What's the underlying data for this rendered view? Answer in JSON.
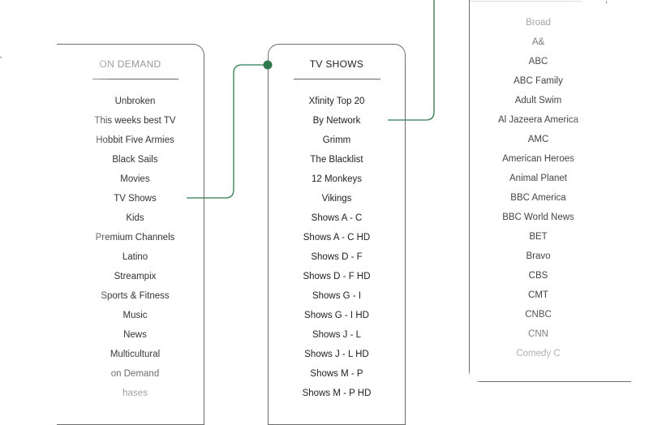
{
  "colors": {
    "connector": "#2e7a4c",
    "border": "#6d6d6d",
    "text": "#222222"
  },
  "on_demand": {
    "title": "ON DEMAND",
    "items": [
      "Unbroken",
      "This weeks best TV",
      "Hobbit Five Armies",
      "Black Sails",
      "Movies",
      "TV Shows",
      "Kids",
      "Premium Channels",
      "Latino",
      "Streampix",
      "Sports & Fitness",
      "Music",
      "News",
      "Multicultural",
      "on Demand",
      "hases"
    ]
  },
  "tv_shows": {
    "title": "TV SHOWS",
    "items": [
      "Xfinity Top 20",
      "By Network",
      "Grimm",
      "The Blacklist",
      "12 Monkeys",
      "Vikings",
      "Shows A - C",
      "Shows A - C HD",
      "Shows D - F",
      "Shows D - F HD",
      "Shows G - I",
      "Shows G - I HD",
      "Shows J - L",
      "Shows J - L HD",
      "Shows M - P",
      "Shows M - P HD"
    ]
  },
  "by_network": {
    "items": [
      "Broad",
      "A&",
      "ABC",
      "ABC Family",
      "Adult Swim",
      "Al Jazeera America",
      "AMC",
      "American Heroes",
      "Animal Planet",
      "BBC America",
      "BBC World News",
      "BET",
      "Bravo",
      "CBS",
      "CMT",
      "CNBC",
      "CNN",
      "Comedy C"
    ]
  },
  "edge_marks": {
    "left": "'",
    "right": ","
  }
}
